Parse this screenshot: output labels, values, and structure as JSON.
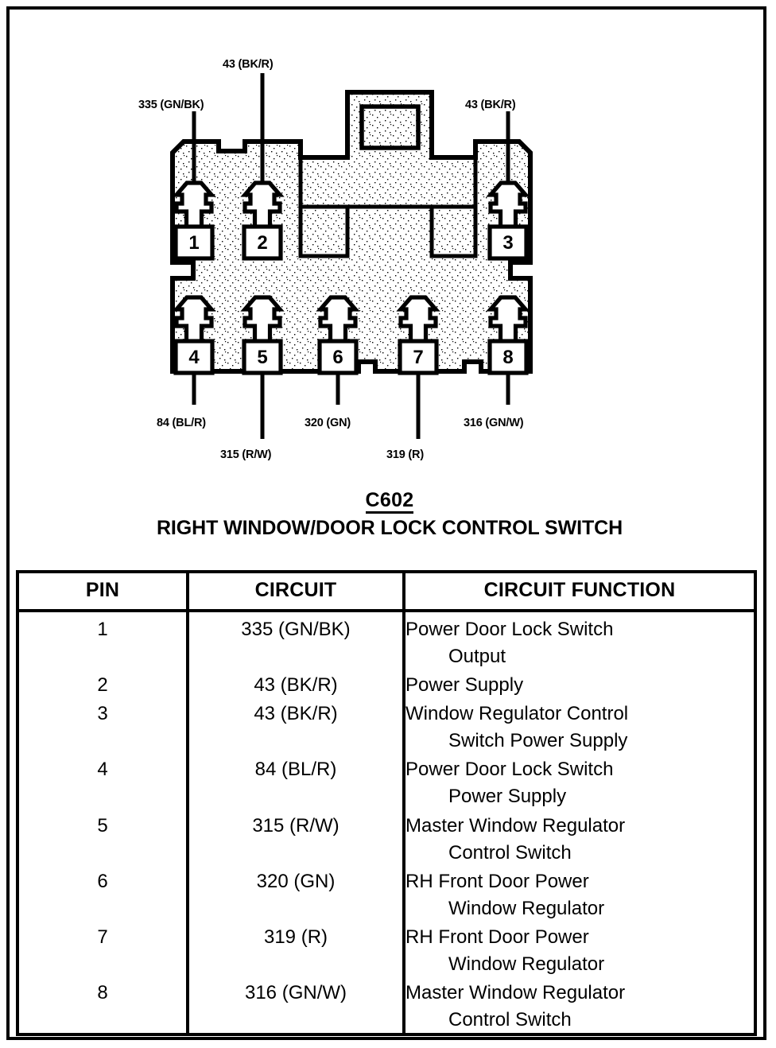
{
  "connector": {
    "id": "C602",
    "name": "RIGHT WINDOW/DOOR LOCK CONTROL SWITCH",
    "pin_numbers": [
      "1",
      "2",
      "3",
      "4",
      "5",
      "6",
      "7",
      "8"
    ],
    "top_labels": [
      {
        "text": "335 (GN/BK)",
        "pin": "1"
      },
      {
        "text": "43 (BK/R)",
        "pin": "2"
      },
      {
        "text": "43 (BK/R)",
        "pin": "3"
      }
    ],
    "bottom_labels": [
      {
        "text": "84 (BL/R)",
        "pin": "4"
      },
      {
        "text": "315 (R/W)",
        "pin": "5"
      },
      {
        "text": "320 (GN)",
        "pin": "6"
      },
      {
        "text": "319 (R)",
        "pin": "7"
      },
      {
        "text": "316 (GN/W)",
        "pin": "8"
      }
    ]
  },
  "table": {
    "headers": [
      "PIN",
      "CIRCUIT",
      "CIRCUIT FUNCTION"
    ],
    "rows": [
      {
        "pin": "1",
        "circuit": "335 (GN/BK)",
        "fn1": "Power Door Lock Switch",
        "fn2": "Output"
      },
      {
        "pin": "2",
        "circuit": "43 (BK/R)",
        "fn1": "Power Supply",
        "fn2": ""
      },
      {
        "pin": "3",
        "circuit": "43 (BK/R)",
        "fn1": "Window Regulator Control",
        "fn2": "Switch Power Supply"
      },
      {
        "pin": "4",
        "circuit": "84 (BL/R)",
        "fn1": "Power Door Lock Switch",
        "fn2": "Power Supply"
      },
      {
        "pin": "5",
        "circuit": "315 (R/W)",
        "fn1": "Master Window Regulator",
        "fn2": "Control Switch"
      },
      {
        "pin": "6",
        "circuit": "320 (GN)",
        "fn1": "RH Front Door Power",
        "fn2": "Window Regulator"
      },
      {
        "pin": "7",
        "circuit": "319 (R)",
        "fn1": "RH Front Door Power",
        "fn2": "Window Regulator"
      },
      {
        "pin": "8",
        "circuit": "316 (GN/W)",
        "fn1": "Master Window Regulator",
        "fn2": "Control Switch"
      }
    ]
  },
  "colors": {
    "ink": "#000000",
    "paper": "#ffffff",
    "body_fill": "#f2f2f2"
  }
}
